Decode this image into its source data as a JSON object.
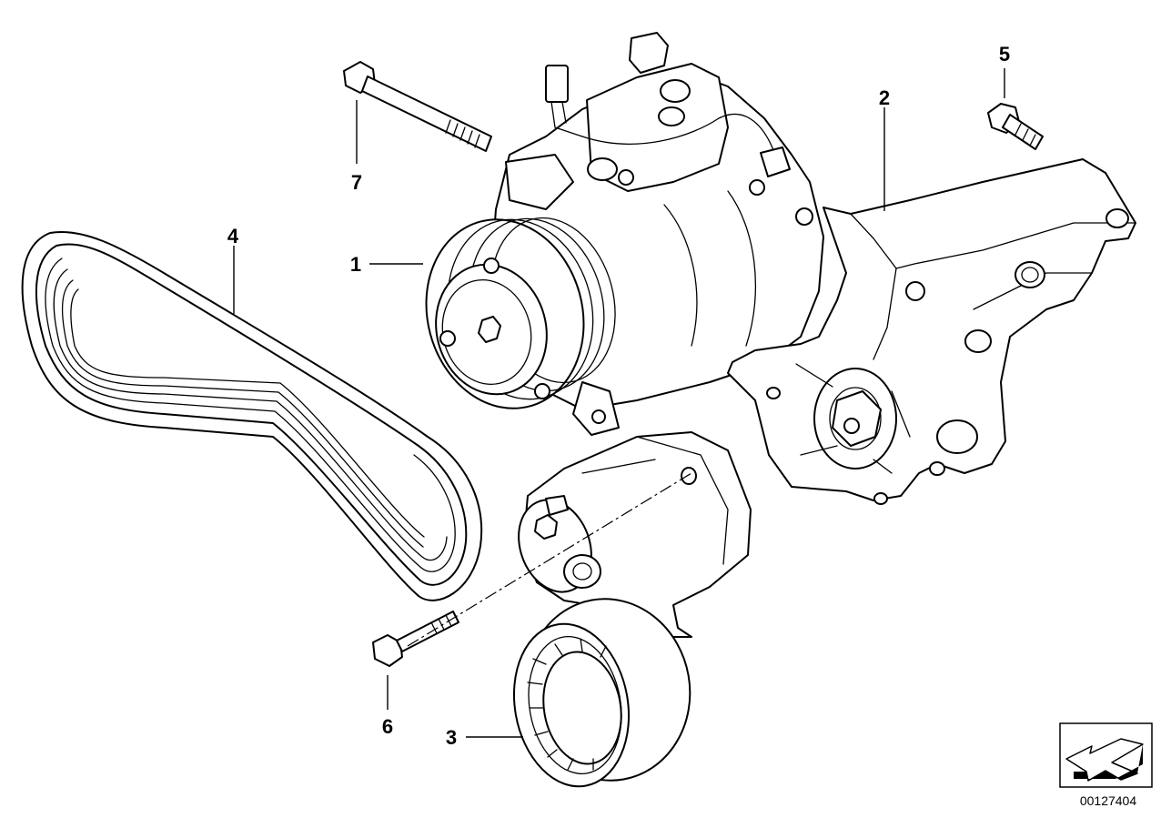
{
  "diagram": {
    "reference_number": "00127404",
    "callouts": [
      {
        "id": "1",
        "label": "1"
      },
      {
        "id": "2",
        "label": "2"
      },
      {
        "id": "3",
        "label": "3"
      },
      {
        "id": "4",
        "label": "4"
      },
      {
        "id": "5",
        "label": "5"
      },
      {
        "id": "6",
        "label": "6"
      },
      {
        "id": "7",
        "label": "7"
      }
    ]
  },
  "icon": {
    "name": "direction-arrow-icon",
    "color": "#000000"
  }
}
